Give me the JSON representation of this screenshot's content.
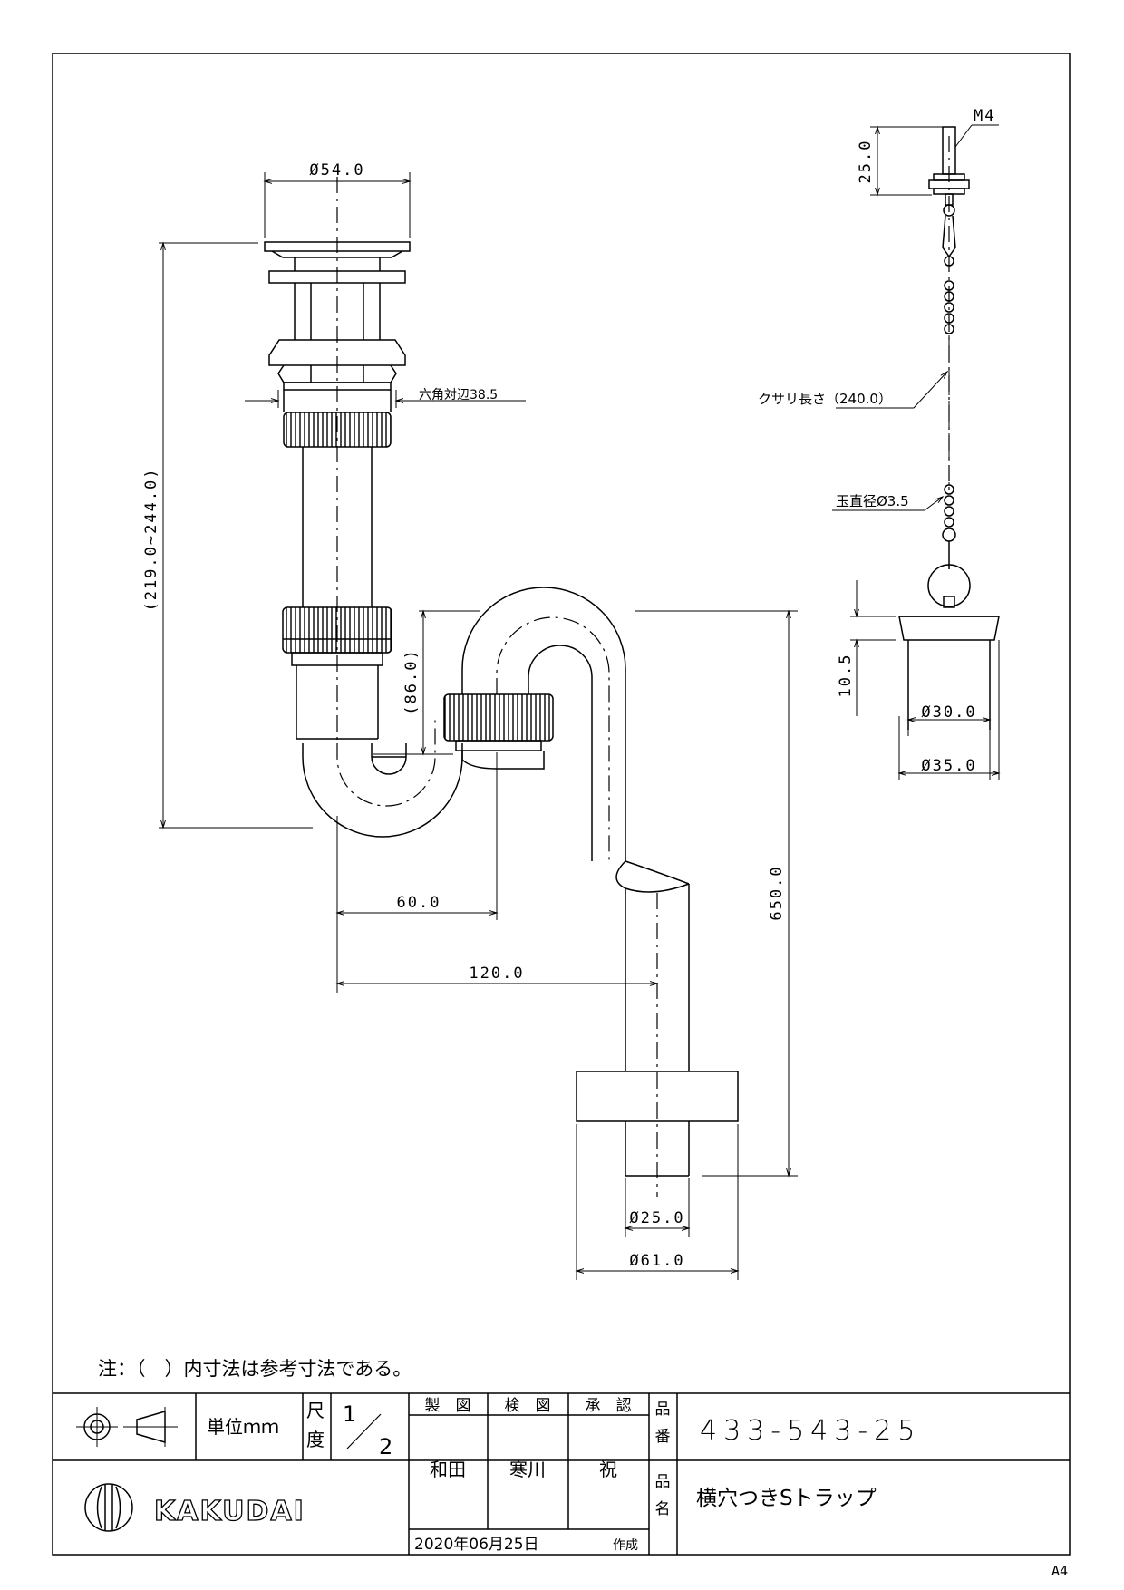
{
  "dimensions": {
    "head_diameter": "Ø54.0",
    "hex_across_flats": "六角対辺38.5",
    "overall_height": "(219.0~244.0)",
    "trap_depth": "(86.0)",
    "offset_60": "60.0",
    "offset_120": "120.0",
    "total_length": "650.0",
    "pipe_diameter": "Ø25.0",
    "flange_diameter": "Ø61.0",
    "thread": "M4",
    "stem_length": "25.0",
    "chain_length": "クサリ長さ（240.0）",
    "ball_diameter": "玉直径Ø3.5",
    "plug_height": "10.5",
    "plug_bottom_diameter": "Ø30.0",
    "plug_top_diameter": "Ø35.0"
  },
  "note": "注：（　）内寸法は参考寸法である。",
  "title_block": {
    "unit_label": "単位ｍｍ",
    "scale_label_1": "尺",
    "scale_label_2": "度",
    "scale_num": "1",
    "scale_den": "2",
    "drawn_label": "製　図",
    "checked_label": "検　図",
    "approved_label": "承　認",
    "drawn_by": "和田",
    "checked_by": "寒川",
    "approved_by": "祝",
    "part_no_label_1": "品",
    "part_no_label_2": "番",
    "part_no": "433-543-25",
    "part_name_label_1": "品",
    "part_name_label_2": "名",
    "part_name": "横穴つきSトラップ",
    "company": "KAKUDAI",
    "date": "2020年06月25日",
    "created": "作成"
  },
  "paper_size": "A4"
}
